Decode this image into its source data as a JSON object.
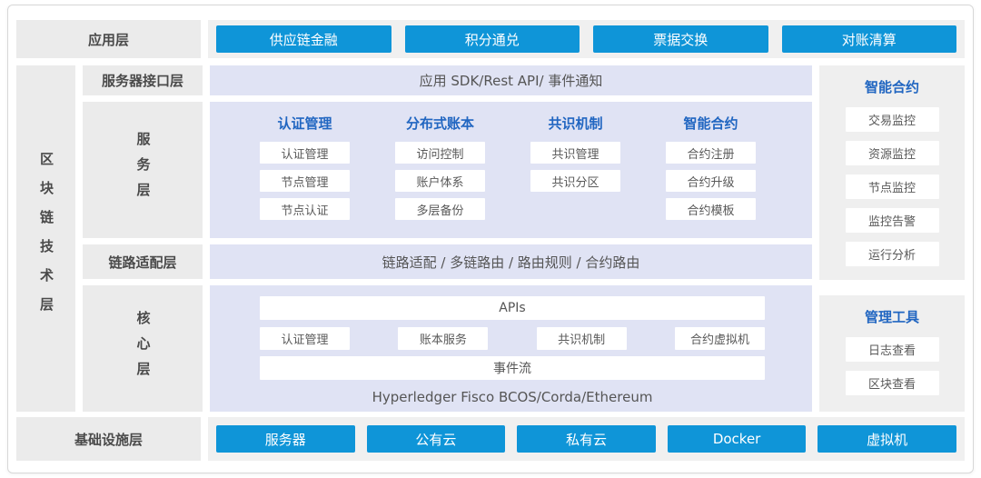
{
  "colors": {
    "accent_blue": "#0f95d8",
    "header_blue": "#2166c1",
    "lavender_bg": "#e0e3f4",
    "label_gray_bg": "#ebebeb",
    "strip_gray_bg": "#f0f0f0",
    "panel_gray_bg": "#efefef",
    "text_dark": "#4a4a4a",
    "text_body": "#595959"
  },
  "app_layer": {
    "label": "应用层",
    "buttons": [
      "供应链金融",
      "积分通兑",
      "票据交换",
      "对账清算"
    ]
  },
  "tech_layer": {
    "label": "区块链技术层",
    "interface_layer": {
      "label": "服务器接口层",
      "content": "应用 SDK/Rest API/ 事件通知"
    },
    "service_layer": {
      "label": "服务层",
      "columns": [
        {
          "header": "认证管理",
          "items": [
            "认证管理",
            "节点管理",
            "节点认证"
          ]
        },
        {
          "header": "分布式账本",
          "items": [
            "访问控制",
            "账户体系",
            "多层备份"
          ]
        },
        {
          "header": "共识机制",
          "items": [
            "共识管理",
            "共识分区"
          ]
        },
        {
          "header": "智能合约",
          "items": [
            "合约注册",
            "合约升级",
            "合约模板"
          ]
        }
      ]
    },
    "adapter_layer": {
      "label": "链路适配层",
      "content": "链路适配 / 多链路由 / 路由规则 / 合约路由"
    },
    "core_layer": {
      "label": "核心层",
      "apis_bar": "APIs",
      "modules": [
        "认证管理",
        "账本服务",
        "共识机制",
        "合约虚拟机"
      ],
      "event_bar": "事件流",
      "platforms": "Hyperledger Fisco BCOS/Corda/Ethereum"
    }
  },
  "right_panels": {
    "smart_contract": {
      "header": "智能合约",
      "items": [
        "交易监控",
        "资源监控",
        "节点监控",
        "监控告警",
        "运行分析"
      ]
    },
    "management_tools": {
      "header": "管理工具",
      "items": [
        "日志查看",
        "区块查看"
      ]
    }
  },
  "infra_layer": {
    "label": "基础设施层",
    "buttons": [
      "服务器",
      "公有云",
      "私有云",
      "Docker",
      "虚拟机"
    ]
  }
}
